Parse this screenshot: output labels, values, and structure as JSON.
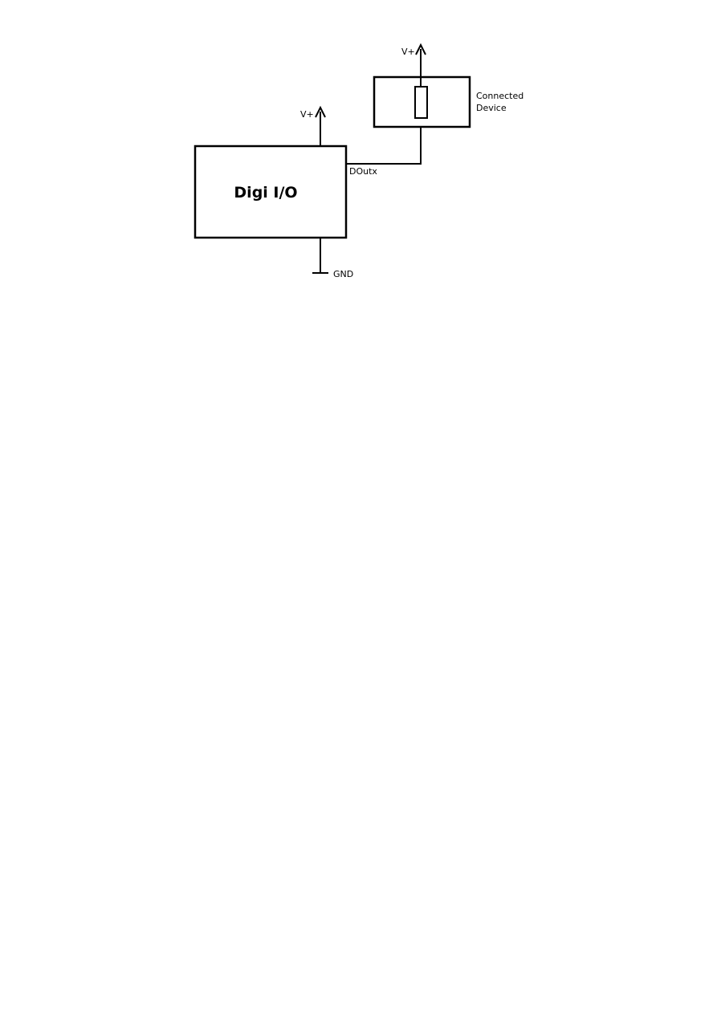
{
  "diagram": {
    "main_block": {
      "label": "Digi I/O"
    },
    "main_supply": {
      "label": "V+"
    },
    "ground": {
      "label": "GND"
    },
    "output_pin": {
      "label": "DOutx"
    },
    "device": {
      "label_line1": "Connected",
      "label_line2": "Device"
    },
    "device_supply": {
      "label": "V+"
    },
    "color": "#000000"
  }
}
